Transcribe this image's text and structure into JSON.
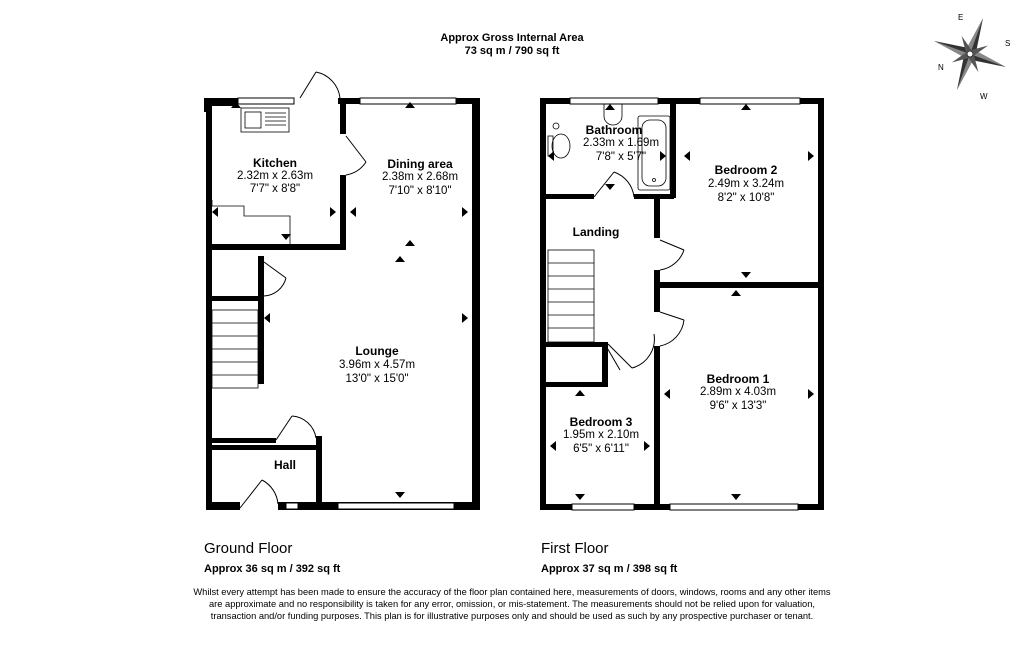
{
  "header": {
    "line1": "Approx Gross Internal Area",
    "line2": "73 sq m / 790 sq ft"
  },
  "compass": {
    "n": "N",
    "e": "E",
    "s": "S",
    "w": "W"
  },
  "ground_floor": {
    "title": "Ground Floor",
    "area": "Approx 36 sq m / 392 sq ft",
    "rooms": {
      "kitchen": {
        "name": "Kitchen",
        "metric": "2.32m x 2.63m",
        "imperial": "7'7\" x 8'8\""
      },
      "dining": {
        "name": "Dining area",
        "metric": "2.38m x 2.68m",
        "imperial": "7'10\" x 8'10\""
      },
      "lounge": {
        "name": "Lounge",
        "metric": "3.96m x 4.57m",
        "imperial": "13'0\" x 15'0\""
      },
      "hall": {
        "name": "Hall"
      }
    }
  },
  "first_floor": {
    "title": "First Floor",
    "area": "Approx 37 sq m / 398 sq ft",
    "rooms": {
      "bathroom": {
        "name": "Bathroom",
        "metric": "2.33m x 1.69m",
        "imperial": "7'8\" x 5'7\""
      },
      "bedroom2": {
        "name": "Bedroom 2",
        "metric": "2.49m x 3.24m",
        "imperial": "8'2\" x 10'8\""
      },
      "landing": {
        "name": "Landing"
      },
      "bedroom1": {
        "name": "Bedroom 1",
        "metric": "2.89m x 4.03m",
        "imperial": "9'6\" x 13'3\""
      },
      "bedroom3": {
        "name": "Bedroom 3",
        "metric": "1.95m x 2.10m",
        "imperial": "6'5\" x 6'11\""
      }
    }
  },
  "disclaimer": "Whilst every attempt has been made to ensure the accuracy of the floor plan contained here, measurements of doors, windows, rooms and any other items are approximate and no responsibility is taken for any error, omission, or mis-statement. The measurements should not be relied upon for valuation, transaction and/or funding purposes. This plan is for illustrative purposes only and should be used as such by any prospective purchaser or tenant."
}
